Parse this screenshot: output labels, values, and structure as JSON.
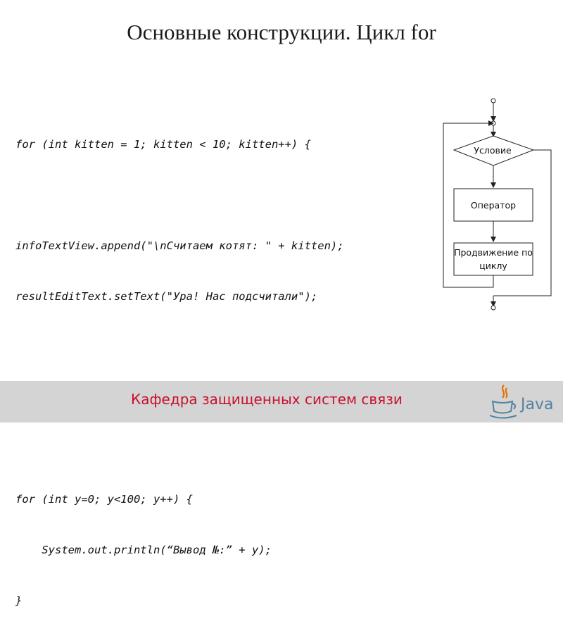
{
  "slide": {
    "title": "Основные конструкции. Цикл for",
    "code_lines": [
      "for (int kitten = 1; kitten < 10; kitten++) {",
      "",
      "infoTextView.append(\"\\nСчитаем котят: \" + kitten);",
      "resultEditText.setText(\"Ура! Нас подсчитали\");",
      "",
      "}",
      "",
      "for (int y=0; y<100; y++) {",
      "    System.out.println(“Вывод №:” + y);",
      "}"
    ]
  },
  "flowchart": {
    "condition_label": "Условие",
    "operator_label": "Оператор",
    "advance_label_1": "Продвижение по",
    "advance_label_2": "циклу"
  },
  "footer": {
    "department": "Кафедра защищенных систем связи",
    "logo_text": "Java"
  },
  "colors": {
    "footer_bg": "#d4d4d4",
    "footer_text": "#c8102e",
    "java_red": "#e76f00",
    "java_blue": "#5382a1"
  }
}
